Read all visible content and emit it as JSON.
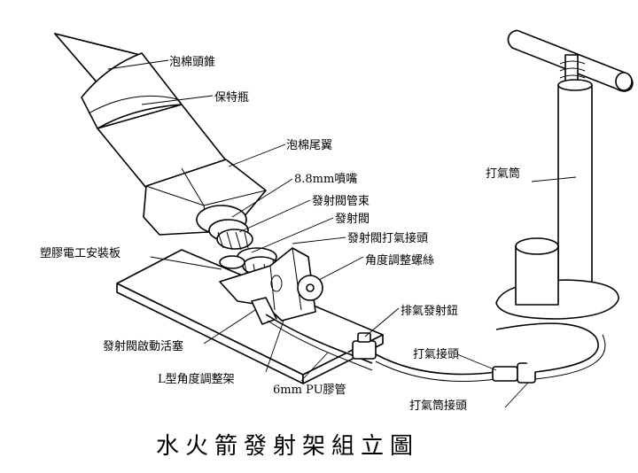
{
  "title": "水火箭發射架組立圖",
  "labels": {
    "foam_nose_cone": "泡棉頭錐",
    "pet_bottle": "保特瓶",
    "foam_fins": "泡棉尾翼",
    "nozzle": "8.8mm噴嘴",
    "valve_collar": "發射閥管束",
    "launch_valve": "發射閥",
    "valve_pump_fitting": "發射閥打氣接頭",
    "angle_screw": "角度調整螺絲",
    "plastic_board": "塑膠電工安裝板",
    "pump": "打氣筒",
    "exhaust_button": "排氣發射鈕",
    "pump_fitting": "打氣接頭",
    "valve_piston": "發射閥啟動活塞",
    "l_bracket": "L型角度調整架",
    "pu_tube": "6mm PU膠管",
    "pump_connector": "打氣筒接頭"
  }
}
